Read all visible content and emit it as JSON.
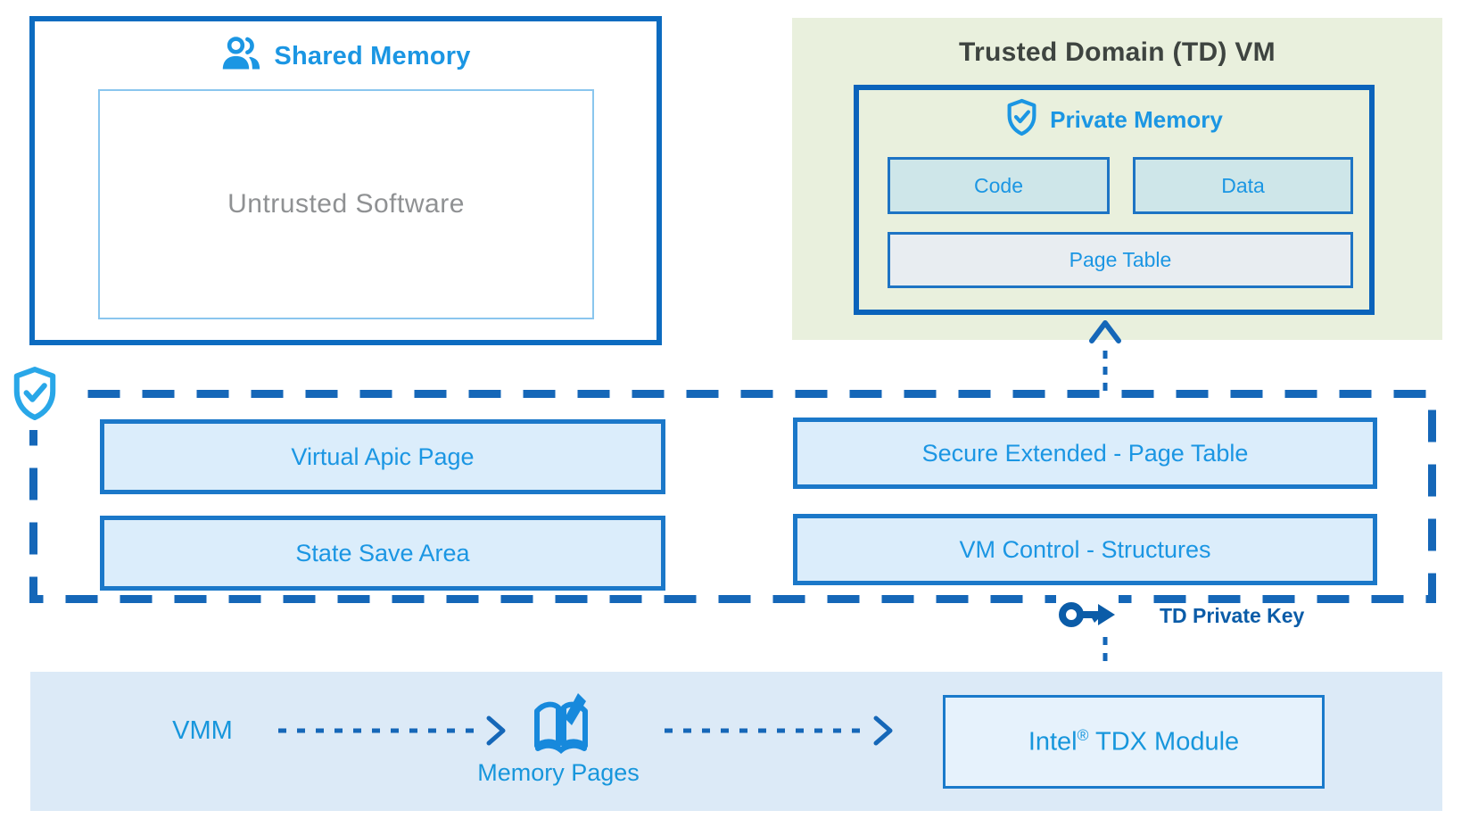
{
  "shared_memory": {
    "title": "Shared Memory",
    "untrusted_label": "Untrusted Software"
  },
  "trusted_domain": {
    "title": "Trusted Domain (TD) VM",
    "private_memory": {
      "title": "Private Memory",
      "code": "Code",
      "data": "Data",
      "page_table": "Page Table"
    }
  },
  "secure_region": {
    "virtual_apic_page": "Virtual Apic Page",
    "state_save_area": "State Save Area",
    "secure_ept": "Secure Extended - Page Table",
    "vm_control": "VM Control - Structures"
  },
  "key": {
    "label": "TD Private Key"
  },
  "bottom_band": {
    "vmm": "VMM",
    "memory_pages": "Memory Pages",
    "tdx_module": {
      "brand": "Intel",
      "reg": "®",
      "rest": " TDX Module"
    }
  },
  "icons": {
    "shared_memory": "users-icon",
    "private_memory": "shield-check-icon",
    "secure_region": "shield-check-icon",
    "td_key": "key-icon",
    "memory_pages": "open-book-icon"
  },
  "colors": {
    "accent_blue": "#1B96E3",
    "solid_border_blue": "#0C6BC0",
    "dashed_border_blue": "#1567B8",
    "inner_border_blue": "#1B78C9",
    "key_blue": "#0B5CA8",
    "green_panel_bg": "#E9F0DD",
    "band_bg": "#DCEAF7",
    "teal_fill": "#CEE6E9",
    "gray_fill": "#E8EDF1",
    "light_blue_fill": "#DBEDFB",
    "gray_text": "#8F9193",
    "title_dark": "#3E4440"
  }
}
